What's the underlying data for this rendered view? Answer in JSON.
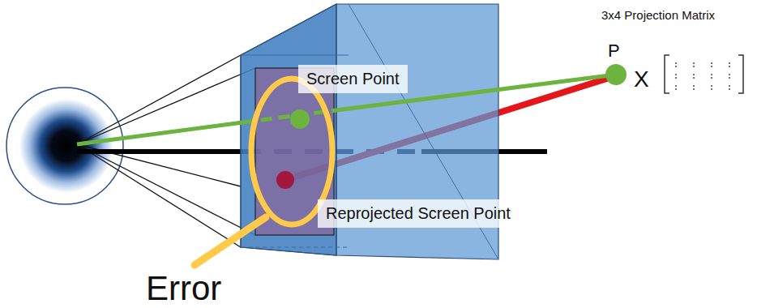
{
  "diagram": {
    "labels": [
      "3x4 Projection Matrix",
      "Screen Point",
      "P",
      "X",
      "Reprojected Screen Point",
      "Error"
    ]
  }
}
